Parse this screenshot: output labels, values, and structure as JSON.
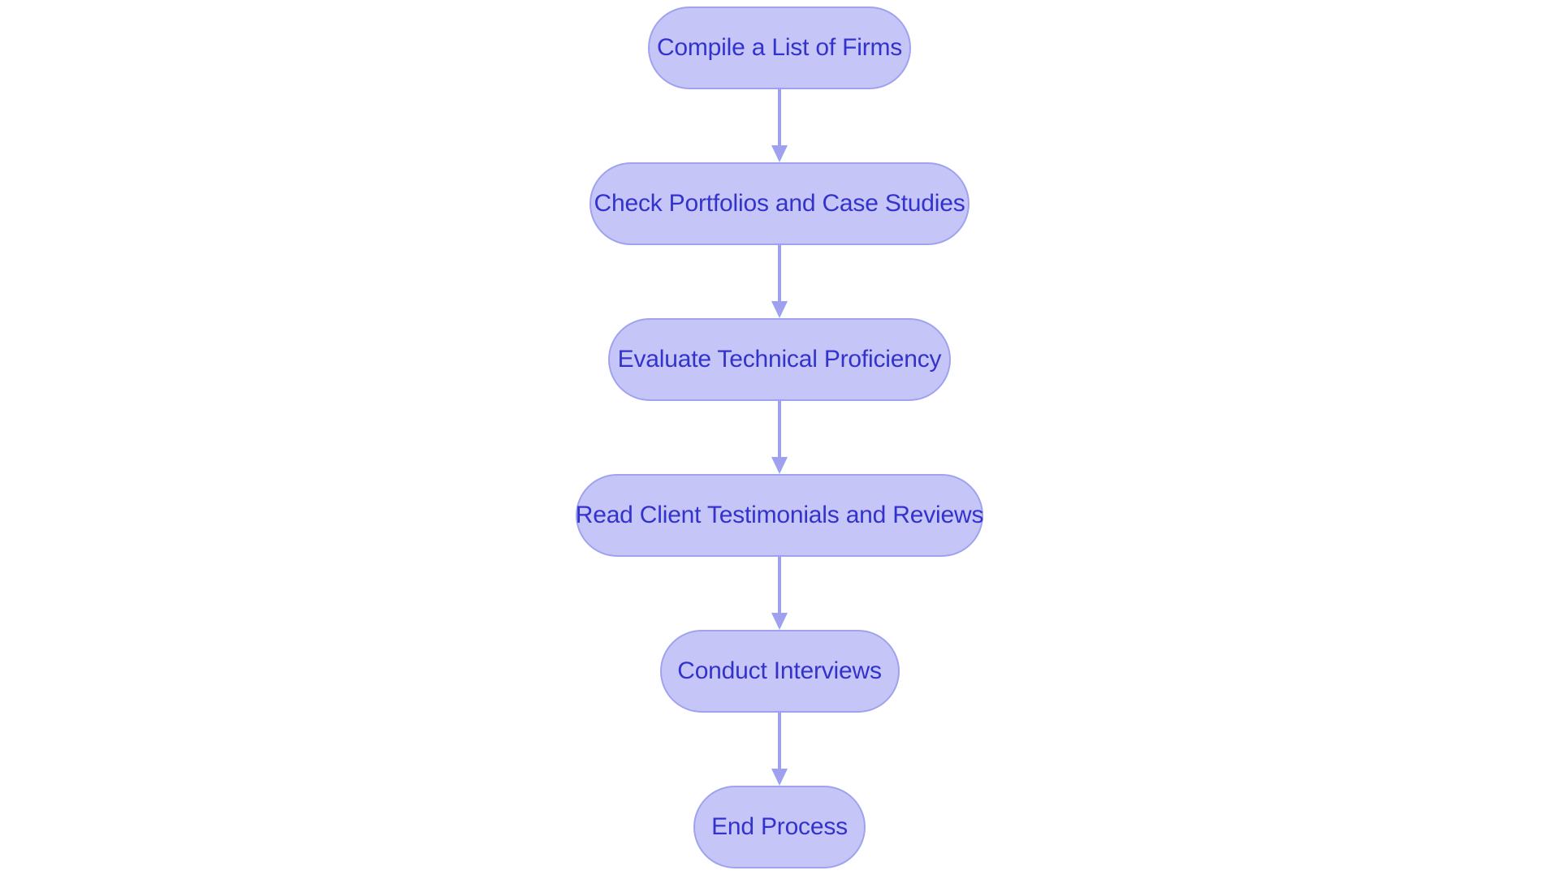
{
  "diagram": {
    "type": "flowchart",
    "orientation": "vertical-top-to-bottom",
    "title": "",
    "colors": {
      "node_fill": "#c5c6f7",
      "node_border": "#a0a2ee",
      "node_text": "#3333cc",
      "arrow": "#9fa1ee",
      "background": "#ffffff"
    },
    "nodes": [
      {
        "id": "n1",
        "label": "Compile a List of Firms",
        "shape": "pill"
      },
      {
        "id": "n2",
        "label": "Check Portfolios and Case Studies",
        "shape": "pill"
      },
      {
        "id": "n3",
        "label": "Evaluate Technical Proficiency",
        "shape": "pill"
      },
      {
        "id": "n4",
        "label": "Read Client Testimonials and Reviews",
        "shape": "pill"
      },
      {
        "id": "n5",
        "label": "Conduct Interviews",
        "shape": "pill"
      },
      {
        "id": "n6",
        "label": "End Process",
        "shape": "pill"
      }
    ],
    "edges": [
      {
        "from": "n1",
        "to": "n2",
        "label": "",
        "arrow": "down"
      },
      {
        "from": "n2",
        "to": "n3",
        "label": "",
        "arrow": "down"
      },
      {
        "from": "n3",
        "to": "n4",
        "label": "",
        "arrow": "down"
      },
      {
        "from": "n4",
        "to": "n5",
        "label": "",
        "arrow": "down"
      },
      {
        "from": "n5",
        "to": "n6",
        "label": "",
        "arrow": "down"
      }
    ]
  }
}
